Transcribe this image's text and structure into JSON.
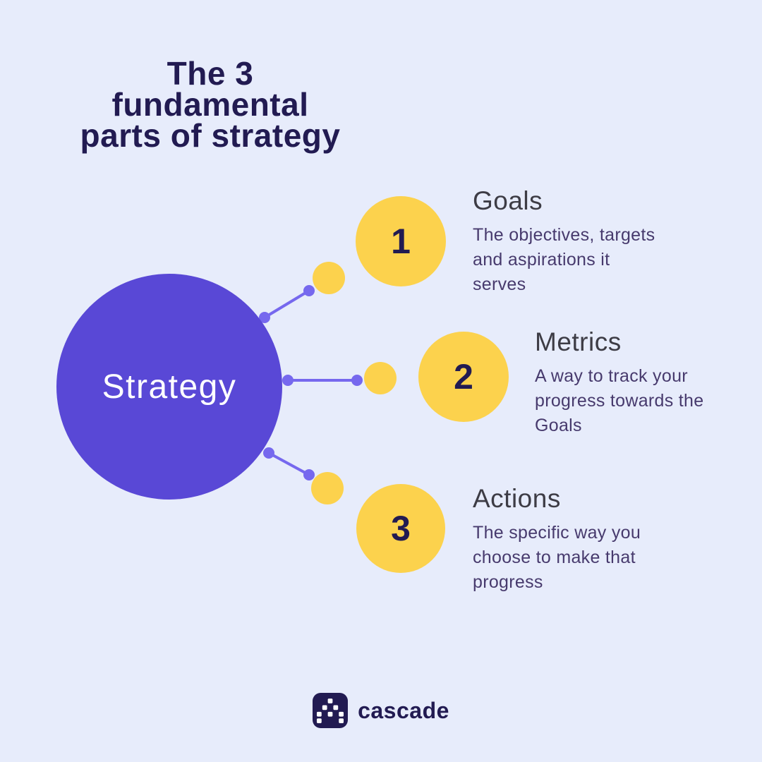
{
  "title": {
    "lines": [
      "The 3",
      "fundamental",
      "parts of strategy"
    ]
  },
  "hub": {
    "label": "Strategy"
  },
  "items": [
    {
      "number": "1",
      "heading": "Goals",
      "description_lines": [
        "The objectives, targets",
        "and aspirations it",
        "serves"
      ]
    },
    {
      "number": "2",
      "heading": "Metrics",
      "description_lines": [
        "A way to track your",
        "progress towards the",
        "Goals"
      ]
    },
    {
      "number": "3",
      "heading": "Actions",
      "description_lines": [
        "The specific way you",
        "choose to make that",
        "progress"
      ]
    }
  ],
  "footer": {
    "brand": "cascade"
  },
  "colors": {
    "background": "#e7ecfb",
    "hub_purple": "#5948d6",
    "circle_yellow": "#fcd24d",
    "connector_purple": "#7668ee",
    "navy_text": "#221b52",
    "heading_gray": "#3d3c45",
    "body_purple": "#473a6d",
    "hub_label_white": "#ffffff"
  }
}
